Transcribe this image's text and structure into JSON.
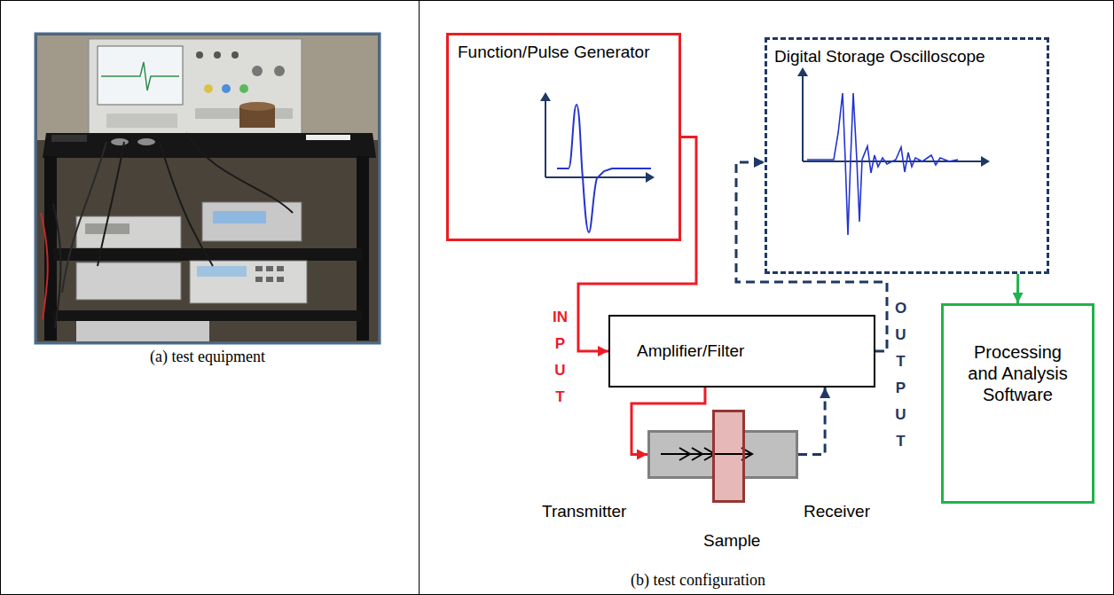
{
  "diagram": {
    "nodes": [
      {
        "text": [
          "Function/Pulse Generator"
        ]
      },
      {
        "text": [
          "Digital Storage Oscilloscope"
        ]
      },
      {
        "text": [
          "Amplifier/Filter"
        ]
      },
      {
        "text": [
          "Processing and Analysis Software"
        ]
      },
      {
        "text": [
          "Transmitter"
        ]
      },
      {
        "text": [
          "Sample"
        ]
      },
      {
        "text": [
          "Receiver"
        ]
      }
    ],
    "edges": [
      {
        "from": 0,
        "to": 2,
        "arrow": "to"
      },
      {
        "from": 2,
        "to": 4,
        "arrow": "to"
      },
      {
        "from": 6,
        "to": 2,
        "arrow": "to"
      },
      {
        "from": 2,
        "to": 1,
        "arrow": "to"
      },
      {
        "from": 1,
        "to": 3,
        "arrow": "to"
      }
    ],
    "labels": [
      "(a) test equipment",
      "INPUT",
      "OUTPUT",
      "(b) test configuration"
    ]
  }
}
